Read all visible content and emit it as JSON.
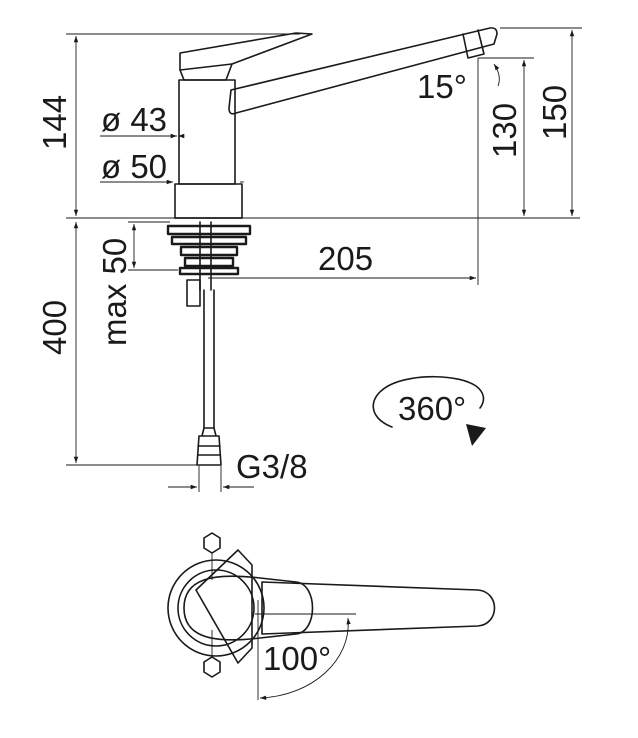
{
  "dimensions": {
    "height_total": "144",
    "diameter_top": "ø 43",
    "diameter_base": "ø 50",
    "spout_angle": "15°",
    "spout_height": "130",
    "overall_height": "150",
    "spout_reach": "205",
    "max_deck_thickness": "max 50",
    "hose_length": "400",
    "connection_thread": "G3/8",
    "rotation": "360°",
    "lever_angle": "100°"
  }
}
